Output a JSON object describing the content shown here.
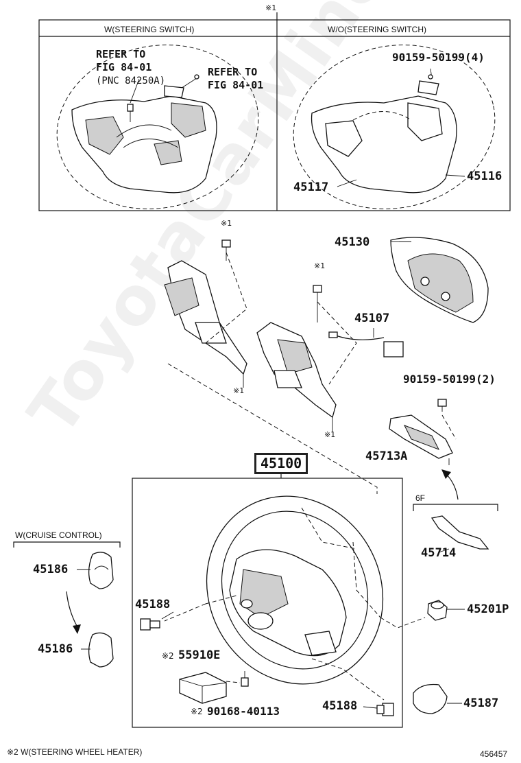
{
  "top_mark": "※1",
  "panels": {
    "left_header": "W(STEERING SWITCH)",
    "right_header": "W/O(STEERING SWITCH)",
    "refer_a_line1": "REFER TO",
    "refer_a_line2": "FIG 84-01",
    "refer_a_pnc": "(PNC 84250A)",
    "refer_b_line1": "REFER TO",
    "refer_b_line2": "FIG 84-01",
    "screw_top_right": "90159-50199(4)",
    "label_45117": "45117",
    "label_45116": "45116"
  },
  "parts": {
    "p45130": "45130",
    "p45107": "45107",
    "screw_2": "90159-50199(2)",
    "p45713a": "45713A",
    "p45100": "45100",
    "p45714": "45714",
    "p45201p": "45201P",
    "p45186_a": "45186",
    "p45186_b": "45186",
    "p45188_a": "45188",
    "p45188_b": "45188",
    "p55910e": "55910E",
    "p90168": "90168-40113",
    "p45187": "45187"
  },
  "marks": {
    "m1_a": "※1",
    "m1_b": "※1",
    "m1_c": "※1",
    "m1_d": "※1",
    "m2_a": "※2",
    "m2_b": "※2"
  },
  "group_labels": {
    "cruise": "W(CRUISE CONTROL)",
    "six_f": "6F"
  },
  "footer": {
    "note": "※2 W(STEERING WHEEL HEATER)",
    "figure_number": "456457"
  },
  "watermark": "ToyotaCarMine.ru"
}
